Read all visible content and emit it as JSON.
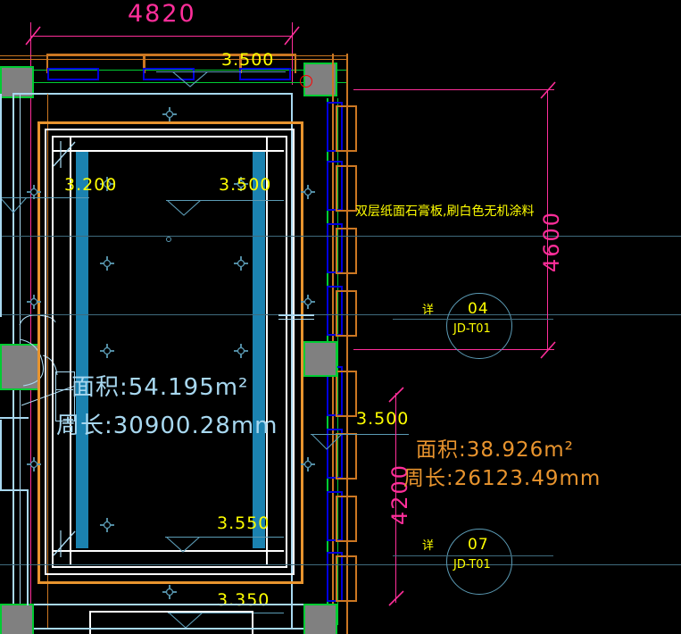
{
  "drawing": {
    "title": "ceiling-reflected-plan",
    "background": "#000000",
    "colors": {
      "dimension_pink": "#ff2e9a",
      "level_yellow": "#ffff00",
      "area_blue": "#a8d8f0",
      "area_orange": "#e8942e",
      "wall_orange": "#cc7722",
      "wall_green": "#00cc33",
      "wall_blue": "#0000dd",
      "column_gray": "#808080",
      "light_trough": "#1b82b0",
      "thin_cyan": "#5b9bb5",
      "white": "#ffffff"
    }
  },
  "dimensions": {
    "top_horizontal": "4820",
    "right_vertical_upper": "4600",
    "right_vertical_lower": "4200"
  },
  "levels": [
    {
      "id": "level-top",
      "value": "3.500"
    },
    {
      "id": "level-inner-left",
      "value": "3.200"
    },
    {
      "id": "level-inner-mid",
      "value": "3.500"
    },
    {
      "id": "level-right-mid",
      "value": "3.500"
    },
    {
      "id": "level-inner-low",
      "value": "3.550"
    },
    {
      "id": "level-bottom",
      "value": "3.350"
    }
  ],
  "annotations": {
    "material_note": "双层纸面石膏板,刷白色无机涂料"
  },
  "areas": [
    {
      "id": "area-main-ceiling",
      "area_label": "面积:54.195m²",
      "perimeter_label": "周长:30900.28mm",
      "area_value": 54.195,
      "area_unit": "m²",
      "perimeter_value": 30900.28,
      "perimeter_unit": "mm"
    },
    {
      "id": "area-secondary",
      "area_label": "面积:38.926m²",
      "perimeter_label": "周长:26123.49mm",
      "area_value": 38.926,
      "area_unit": "m²",
      "perimeter_value": 26123.49,
      "perimeter_unit": "mm"
    }
  ],
  "callouts": [
    {
      "id": "detail-callout-04",
      "prefix": "详",
      "number": "04",
      "sheet": "JD-T01"
    },
    {
      "id": "detail-callout-07",
      "prefix": "详",
      "number": "07",
      "sheet": "JD-T01"
    }
  ]
}
